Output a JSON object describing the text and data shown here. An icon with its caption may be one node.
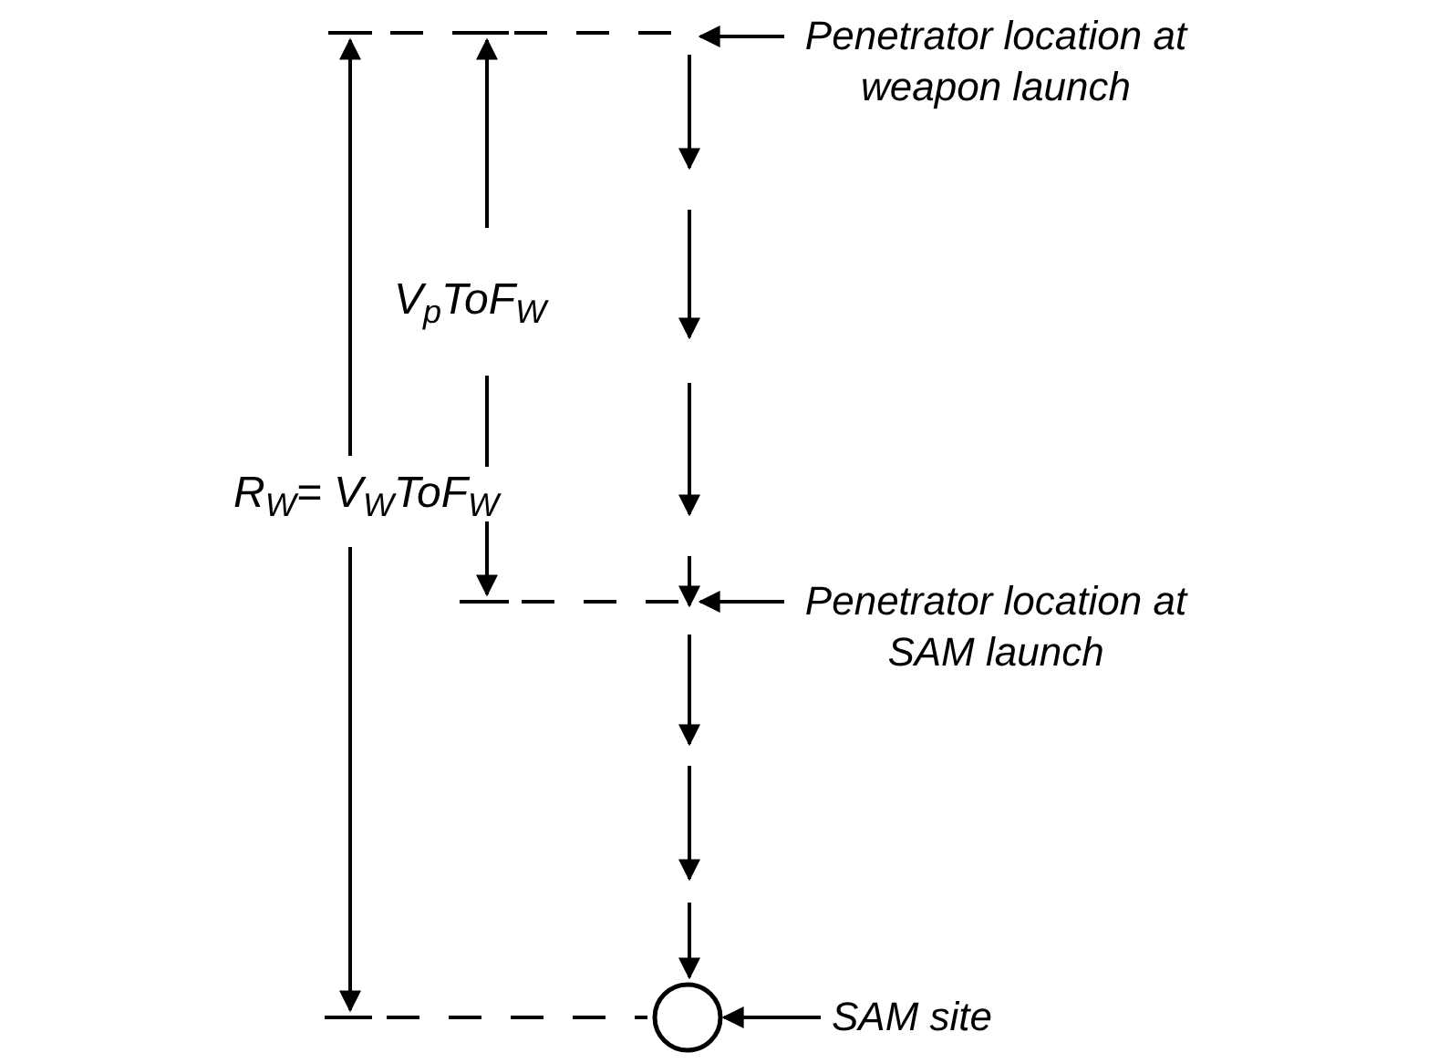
{
  "diagram": {
    "nodes": [
      {
        "text": [
          "Penetrator location at weapon launch"
        ]
      },
      {
        "text": [
          "Penetrator location at SAM launch"
        ]
      },
      {
        "text": [
          "SAM site"
        ]
      },
      {
        "text": [],
        "shape": "circle"
      }
    ],
    "edges": [
      {
        "from": 0,
        "to": null,
        "arrow": "to"
      },
      {
        "from": 1,
        "to": null,
        "arrow": "to"
      },
      {
        "from": 2,
        "to": 3,
        "arrow": "to"
      }
    ],
    "labels": [
      "V$_{p}$ToF$_{W}$",
      "R$_{W}$= V$_{W}$ToF$_{W}$"
    ]
  }
}
